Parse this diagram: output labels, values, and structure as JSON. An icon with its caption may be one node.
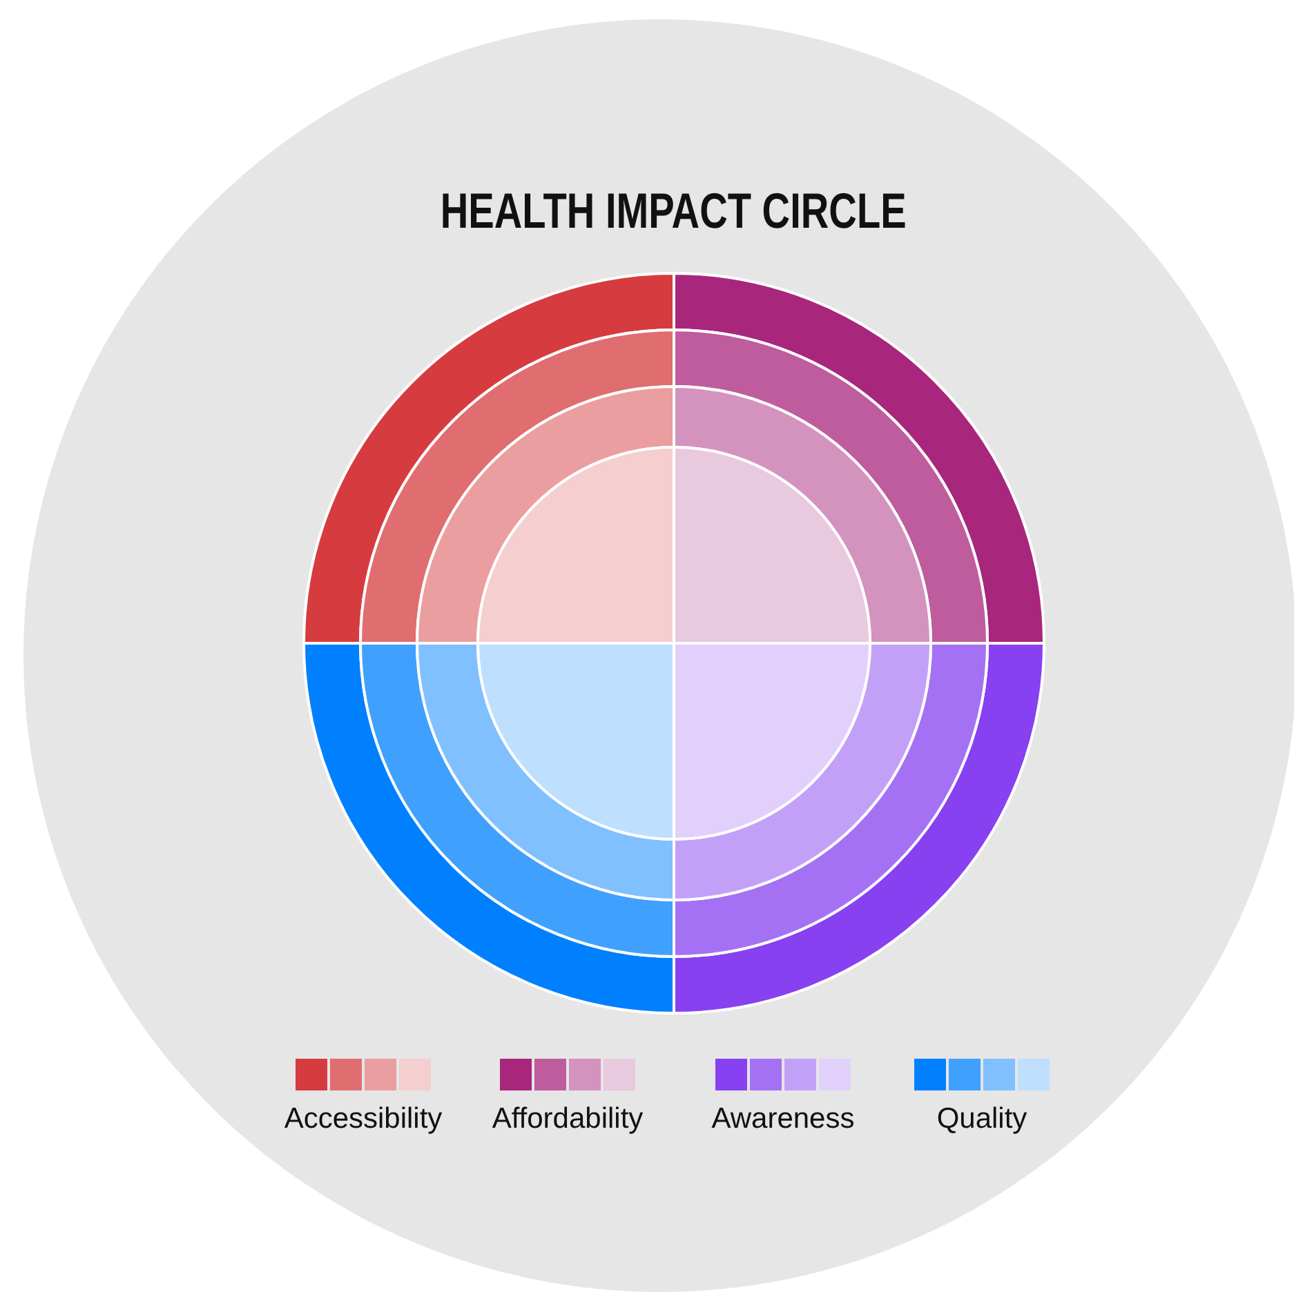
{
  "diagram": {
    "title": "HEALTH IMPACT CIRCLE",
    "legend": [
      {
        "text": "Accessibility",
        "color": "#d63c3f"
      },
      {
        "text": "Affordability",
        "color": "#a8267c"
      },
      {
        "text": "Awareness",
        "color": "#8741f0"
      },
      {
        "text": "Quality",
        "color": "#0080fe"
      }
    ]
  }
}
